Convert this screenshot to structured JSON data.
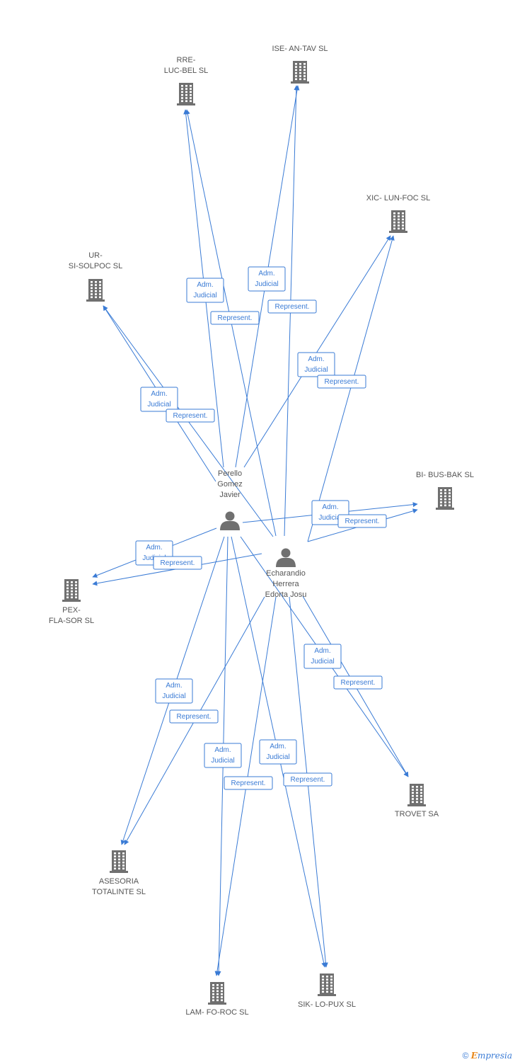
{
  "diagram": {
    "people": [
      {
        "id": "perello",
        "label_lines": [
          "Perello",
          "Gomez",
          "Javier"
        ]
      },
      {
        "id": "echarandio",
        "label_lines": [
          "Echarandio",
          "Herrera",
          "Edorta Josu"
        ]
      }
    ],
    "companies": [
      {
        "id": "rre",
        "label_lines": [
          "RRE-",
          "LUC-BEL SL"
        ]
      },
      {
        "id": "ise",
        "label_lines": [
          "ISE- AN-TAV SL"
        ]
      },
      {
        "id": "xic",
        "label_lines": [
          "XIC- LUN-FOC SL"
        ]
      },
      {
        "id": "ur",
        "label_lines": [
          "UR-",
          "SI-SOLPOC SL"
        ]
      },
      {
        "id": "bi",
        "label_lines": [
          "BI- BUS-BAK SL"
        ]
      },
      {
        "id": "pex",
        "label_lines": [
          "PEX-",
          "FLA-SOR SL"
        ]
      },
      {
        "id": "trovet",
        "label_lines": [
          "TROVET SA"
        ]
      },
      {
        "id": "asesoria",
        "label_lines": [
          "ASESORIA",
          "TOTALINTE SL"
        ]
      },
      {
        "id": "lam",
        "label_lines": [
          "LAM- FO-ROC SL"
        ]
      },
      {
        "id": "sik",
        "label_lines": [
          "SIK- LO-PUX SL"
        ]
      }
    ],
    "relations": [
      {
        "from": "perello",
        "to": "rre",
        "label_lines": [
          "Adm.",
          "Judicial"
        ]
      },
      {
        "from": "echarandio",
        "to": "rre",
        "label_lines": [
          "Represent."
        ]
      },
      {
        "from": "perello",
        "to": "ise",
        "label_lines": [
          "Adm.",
          "Judicial"
        ]
      },
      {
        "from": "echarandio",
        "to": "ise",
        "label_lines": [
          "Represent."
        ]
      },
      {
        "from": "perello",
        "to": "xic",
        "label_lines": [
          "Adm.",
          "Judicial"
        ]
      },
      {
        "from": "echarandio",
        "to": "xic",
        "label_lines": [
          "Represent."
        ]
      },
      {
        "from": "perello",
        "to": "ur",
        "label_lines": [
          "Adm.",
          "Judicial"
        ]
      },
      {
        "from": "echarandio",
        "to": "ur",
        "label_lines": [
          "Represent."
        ]
      },
      {
        "from": "perello",
        "to": "bi",
        "label_lines": [
          "Adm.",
          "Judicial"
        ]
      },
      {
        "from": "echarandio",
        "to": "bi",
        "label_lines": [
          "Represent."
        ]
      },
      {
        "from": "perello",
        "to": "pex",
        "label_lines": [
          "Adm.",
          "Judicial"
        ]
      },
      {
        "from": "echarandio",
        "to": "pex",
        "label_lines": [
          "Represent."
        ]
      },
      {
        "from": "perello",
        "to": "trovet",
        "label_lines": [
          "Adm.",
          "Judicial"
        ]
      },
      {
        "from": "echarandio",
        "to": "trovet",
        "label_lines": [
          "Represent."
        ]
      },
      {
        "from": "perello",
        "to": "asesoria",
        "label_lines": [
          "Adm.",
          "Judicial"
        ]
      },
      {
        "from": "echarandio",
        "to": "asesoria",
        "label_lines": [
          "Represent."
        ]
      },
      {
        "from": "perello",
        "to": "lam",
        "label_lines": [
          "Adm.",
          "Judicial"
        ]
      },
      {
        "from": "echarandio",
        "to": "lam",
        "label_lines": [
          "Represent."
        ]
      },
      {
        "from": "perello",
        "to": "sik",
        "label_lines": [
          "Adm.",
          "Judicial"
        ]
      },
      {
        "from": "echarandio",
        "to": "sik",
        "label_lines": [
          "Represent."
        ]
      }
    ]
  },
  "footer": {
    "copyright_symbol": "©",
    "brand_initial": "E",
    "brand_rest": "mpresia"
  },
  "colors": {
    "edge": "#3a7bd5",
    "icon": "#707070",
    "text": "#555555",
    "brand_accent": "#e8891d"
  }
}
